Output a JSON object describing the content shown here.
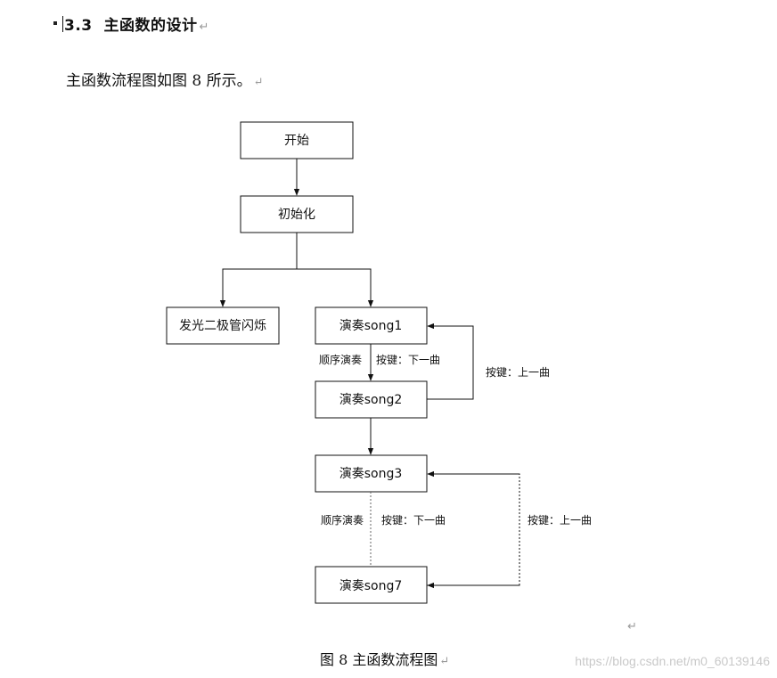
{
  "section": {
    "number": "3.3",
    "title": "主函数的设计"
  },
  "marks": {
    "paragraph": "↵"
  },
  "intro": {
    "text": "主函数流程图如图 8 所示。"
  },
  "flowchart": {
    "nodes": {
      "start": "开始",
      "init": "初始化",
      "led": "发光二极管闪烁",
      "song1": "演奏song1",
      "song2": "演奏song2",
      "song3": "演奏song3",
      "song7": "演奏song7"
    },
    "edges": {
      "seq_1": "顺序演奏",
      "next_1": "按键：下一曲",
      "prev_1": "按键：上一曲",
      "seq_2": "顺序演奏",
      "next_2": "按键：下一曲",
      "prev_2": "按键：上一曲"
    }
  },
  "caption": {
    "text": "图 8  主函数流程图"
  },
  "watermark": {
    "text": "https://blog.csdn.net/m0_60139146"
  }
}
